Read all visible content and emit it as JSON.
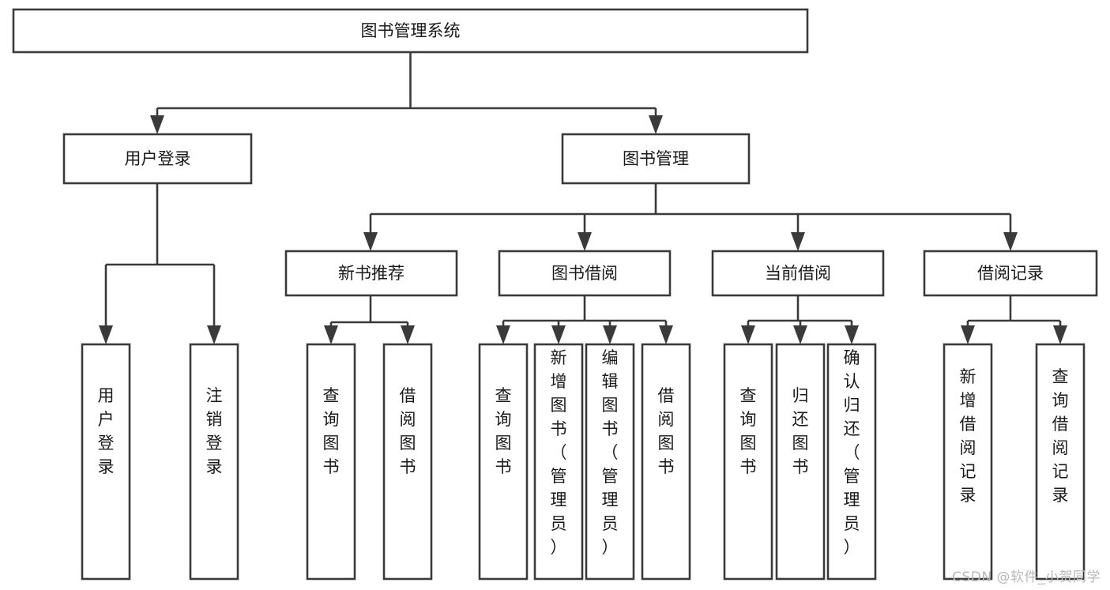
{
  "diagram": {
    "title": "图书管理系统",
    "type": "tree",
    "orientation": "top-down",
    "watermark": "CSDN @软件_小贺同学",
    "colors": {
      "box_stroke": "#3a3a3a",
      "box_fill": "#ffffff",
      "text": "#1a1a1a",
      "background": "#ffffff",
      "watermark": "#b8b8b8"
    },
    "nodes": {
      "root": {
        "label": "图书管理系统"
      },
      "level2": [
        {
          "id": "user-login",
          "label": "用户登录"
        },
        {
          "id": "book-manage",
          "label": "图书管理"
        }
      ],
      "level3": [
        {
          "id": "new-book-recommend",
          "label": "新书推荐"
        },
        {
          "id": "book-borrow",
          "label": "图书借阅"
        },
        {
          "id": "current-borrow",
          "label": "当前借阅"
        },
        {
          "id": "borrow-record",
          "label": "借阅记录"
        }
      ],
      "leaves_user_login": [
        {
          "id": "leaf-user-login",
          "label": "用户登录"
        },
        {
          "id": "leaf-logout",
          "label": "注销登录"
        }
      ],
      "leaves_new_book_recommend": [
        {
          "id": "leaf-query-book-1",
          "label": "查询图书"
        },
        {
          "id": "leaf-borrow-book-1",
          "label": "借阅图书"
        }
      ],
      "leaves_book_borrow": [
        {
          "id": "leaf-query-book-2",
          "label": "查询图书"
        },
        {
          "id": "leaf-add-book",
          "label": "新增图书（管理员）"
        },
        {
          "id": "leaf-edit-book",
          "label": "编辑图书（管理员）"
        },
        {
          "id": "leaf-borrow-book-2",
          "label": "借阅图书"
        }
      ],
      "leaves_current_borrow": [
        {
          "id": "leaf-query-book-3",
          "label": "查询图书"
        },
        {
          "id": "leaf-return-book",
          "label": "归还图书"
        },
        {
          "id": "leaf-confirm-return",
          "label": "确认归还（管理员）"
        }
      ],
      "leaves_borrow_record": [
        {
          "id": "leaf-add-record",
          "label": "新增借阅记录"
        },
        {
          "id": "leaf-query-record",
          "label": "查询借阅记录"
        }
      ]
    }
  }
}
